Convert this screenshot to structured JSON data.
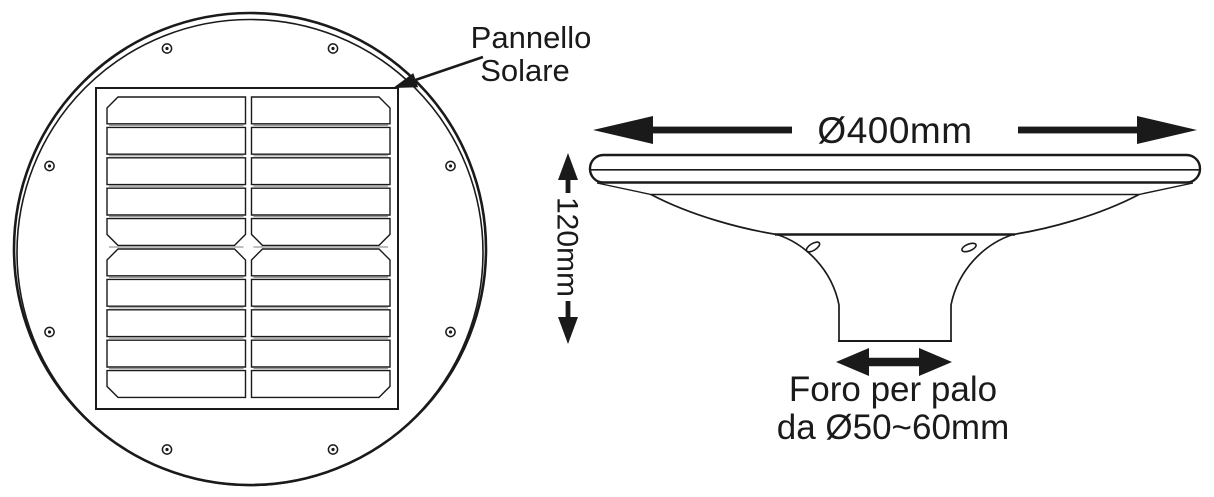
{
  "colors": {
    "ink": "#1a1a1a",
    "background": "#ffffff",
    "cell_shadow": "#999999"
  },
  "top_view": {
    "label_line1": "Pannello",
    "label_line2": "Solare",
    "screw_count": 8,
    "panel_columns": 2,
    "panel_rows": 10
  },
  "side_view": {
    "diameter_label": "Ø400mm",
    "height_label": "120mm",
    "pole_hole_line1": "Foro per palo",
    "pole_hole_line2": "da Ø50~60mm"
  }
}
